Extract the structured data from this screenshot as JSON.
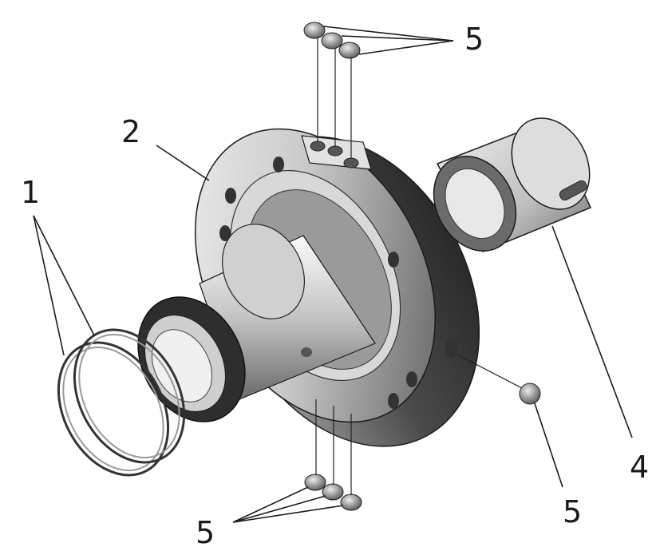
{
  "diagram": {
    "callouts": [
      {
        "id": "c1",
        "text": "1"
      },
      {
        "id": "c2",
        "text": "2"
      },
      {
        "id": "c4",
        "text": "4"
      },
      {
        "id": "c5a",
        "text": "5"
      },
      {
        "id": "c5b",
        "text": "5"
      },
      {
        "id": "c5c",
        "text": "5"
      }
    ],
    "colors": {
      "metal_light": "#e6e6e6",
      "metal_mid": "#b4b4b4",
      "metal_dark": "#3c3c3c",
      "line": "#1a1a1a"
    }
  }
}
